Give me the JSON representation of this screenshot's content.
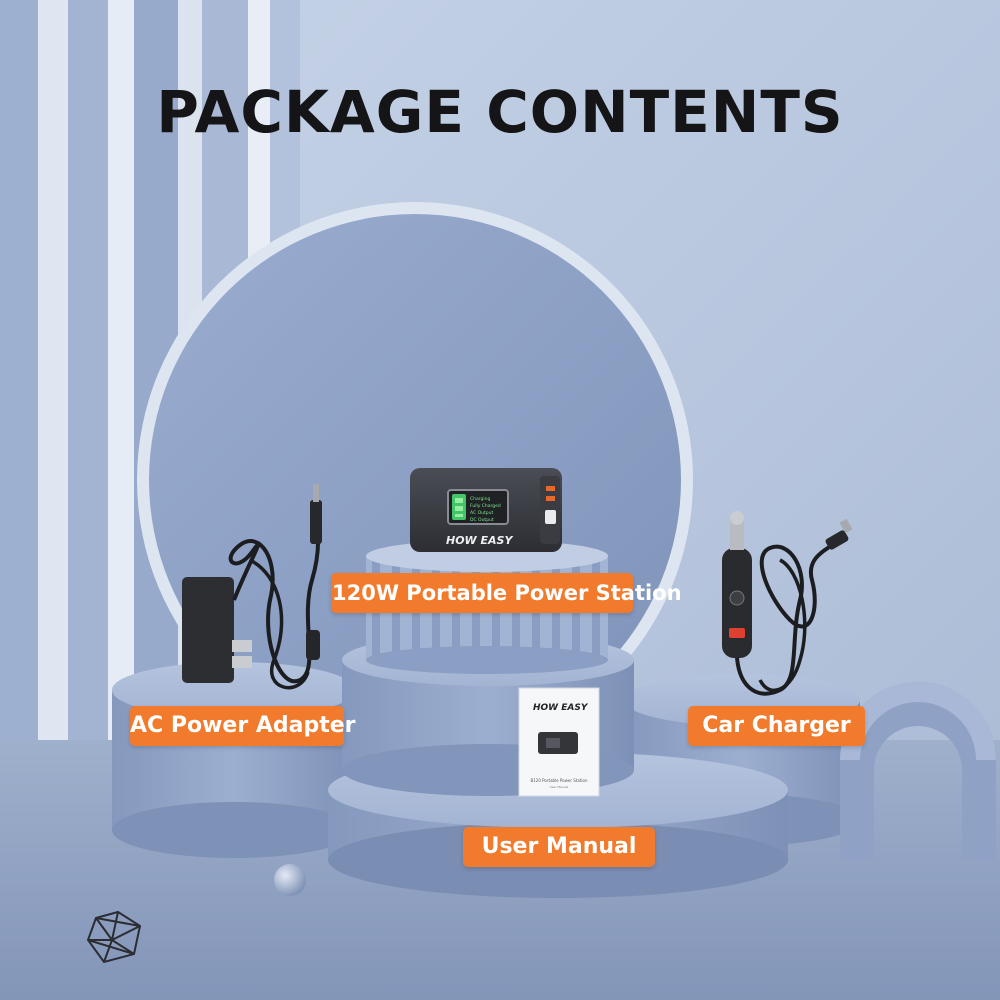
{
  "title": "PACKAGE CONTENTS",
  "labels": {
    "power_station": "120W Portable Power Station",
    "ac_adapter": "AC Power Adapter",
    "car_charger": "Car Charger",
    "user_manual": "User Manual"
  },
  "station_screen_lines": [
    "Charging",
    "Fully Charged",
    "AC Output",
    "DC Output"
  ],
  "brand": "HOW EASY",
  "manual_subtitle": "B120 Portable Power Station",
  "manual_small": "User Manual",
  "colors": {
    "label_bg": "#f17a2c",
    "label_text": "#ffffff",
    "title": "#151518",
    "background": "#b4c3db",
    "podium": "#8d9fc2"
  }
}
